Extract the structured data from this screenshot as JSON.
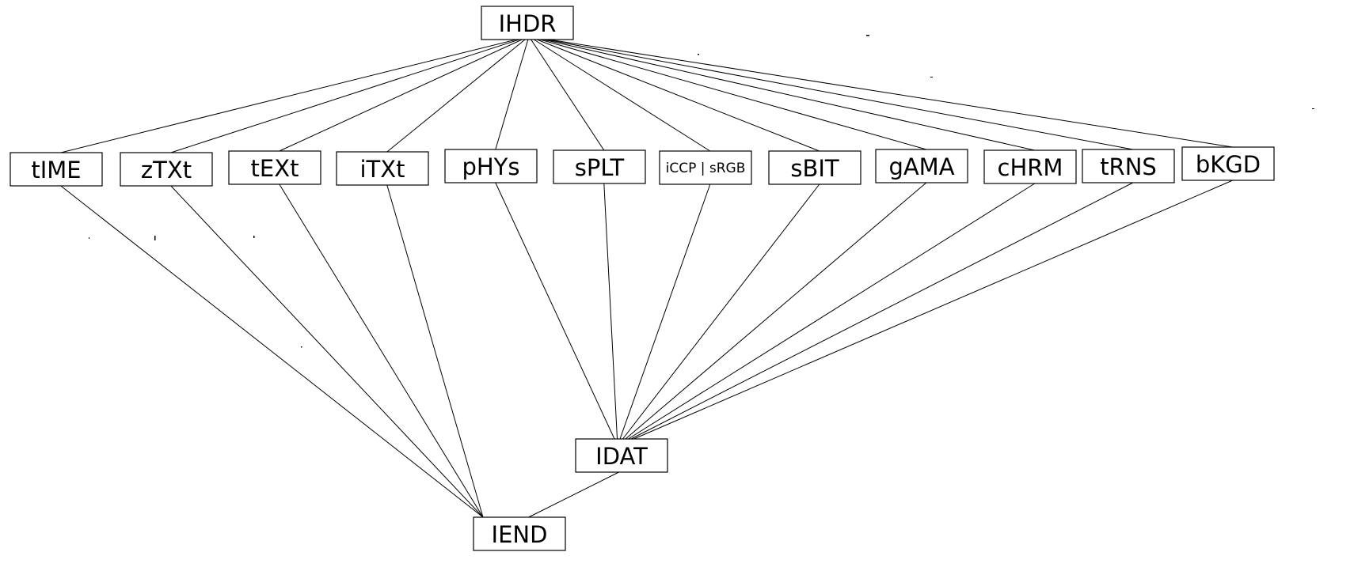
{
  "diagram": {
    "nodes": [
      {
        "id": "IHDR",
        "label": "IHDR"
      },
      {
        "id": "tIME",
        "label": "tIME"
      },
      {
        "id": "zTXt",
        "label": "zTXt"
      },
      {
        "id": "tEXt",
        "label": "tEXt"
      },
      {
        "id": "iTXt",
        "label": "iTXt"
      },
      {
        "id": "pHYs",
        "label": "pHYs"
      },
      {
        "id": "sPLT",
        "label": "sPLT"
      },
      {
        "id": "iCCP_sRGB",
        "label": "iCCP | sRGB"
      },
      {
        "id": "sBIT",
        "label": "sBIT"
      },
      {
        "id": "gAMA",
        "label": "gAMA"
      },
      {
        "id": "cHRM",
        "label": "cHRM"
      },
      {
        "id": "tRNS",
        "label": "tRNS"
      },
      {
        "id": "bKGD",
        "label": "bKGD"
      },
      {
        "id": "IDAT",
        "label": "IDAT"
      },
      {
        "id": "IEND",
        "label": "IEND"
      }
    ],
    "edges": [
      [
        "IHDR",
        "tIME"
      ],
      [
        "IHDR",
        "zTXt"
      ],
      [
        "IHDR",
        "tEXt"
      ],
      [
        "IHDR",
        "iTXt"
      ],
      [
        "IHDR",
        "pHYs"
      ],
      [
        "IHDR",
        "sPLT"
      ],
      [
        "IHDR",
        "iCCP_sRGB"
      ],
      [
        "IHDR",
        "sBIT"
      ],
      [
        "IHDR",
        "gAMA"
      ],
      [
        "IHDR",
        "cHRM"
      ],
      [
        "IHDR",
        "tRNS"
      ],
      [
        "IHDR",
        "bKGD"
      ],
      [
        "tIME",
        "IEND"
      ],
      [
        "zTXt",
        "IEND"
      ],
      [
        "tEXt",
        "IEND"
      ],
      [
        "iTXt",
        "IEND"
      ],
      [
        "pHYs",
        "IDAT"
      ],
      [
        "sPLT",
        "IDAT"
      ],
      [
        "iCCP_sRGB",
        "IDAT"
      ],
      [
        "sBIT",
        "IDAT"
      ],
      [
        "gAMA",
        "IDAT"
      ],
      [
        "cHRM",
        "IDAT"
      ],
      [
        "tRNS",
        "IDAT"
      ],
      [
        "bKGD",
        "IDAT"
      ],
      [
        "IDAT",
        "IEND"
      ]
    ]
  }
}
